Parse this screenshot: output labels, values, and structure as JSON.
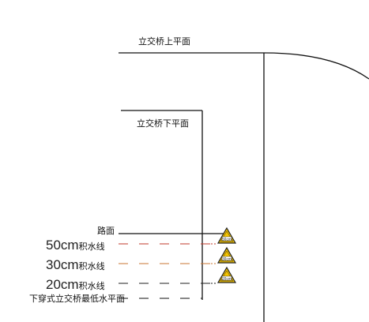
{
  "labels": {
    "upper_deck": "立交桥上平面",
    "lower_deck": "立交桥下平面",
    "road_surface": "路面",
    "lowest_level": "下穿式立交桥最低水平面"
  },
  "water_lines": [
    {
      "depth": "50cm",
      "suffix": "积水线",
      "color": "#c0392b",
      "sign_label": "50cm"
    },
    {
      "depth": "30cm",
      "suffix": "积水线",
      "color": "#c87533",
      "sign_label": "30cm"
    },
    {
      "depth": "20cm",
      "suffix": "积水线",
      "color": "#222222",
      "sign_label": "20cm"
    }
  ],
  "colors": {
    "line": "#111111",
    "sign_fill": "#f5c400",
    "sign_border": "#222222"
  },
  "icons": [
    "warning-sign-icon",
    "warning-sign-icon",
    "warning-sign-icon"
  ]
}
